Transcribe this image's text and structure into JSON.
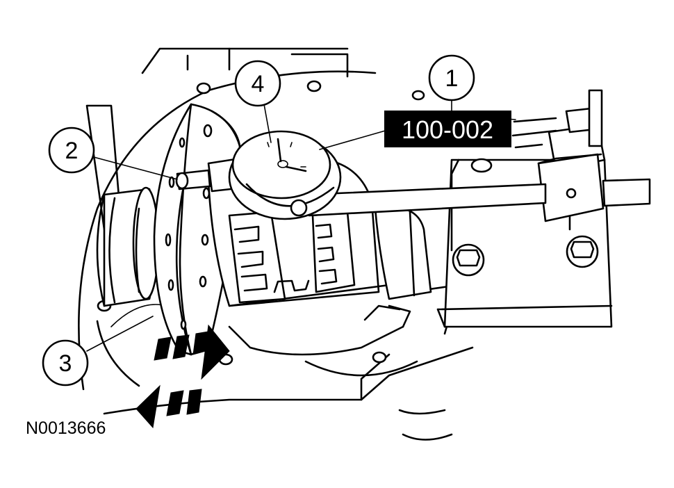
{
  "callouts": [
    {
      "number": "1"
    },
    {
      "number": "2"
    },
    {
      "number": "3"
    },
    {
      "number": "4"
    }
  ],
  "tool_label": "100-002",
  "figure_id": "N0013666",
  "colors": {
    "line": "#000000",
    "background": "#ffffff",
    "tool_label_bg": "#000000",
    "tool_label_text": "#ffffff"
  }
}
